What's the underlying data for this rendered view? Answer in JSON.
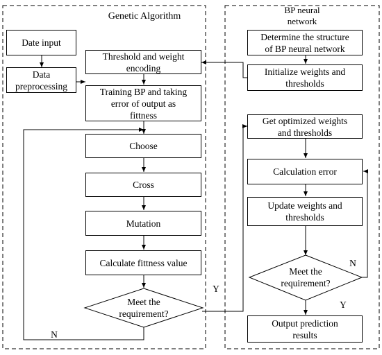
{
  "panels": {
    "genetic_title": "Genetic Algorithm",
    "bp_title_line1": "BP neural",
    "bp_title_line2": "network"
  },
  "left_column": {
    "date_input": "Date input",
    "data_preprocessing_line1": "Data",
    "data_preprocessing_line2": "preprocessing"
  },
  "genetic_steps": {
    "encoding_line1": "Threshold and weight",
    "encoding_line2": "encoding",
    "training_line1": "Training BP and taking",
    "training_line2": "error of output as",
    "training_line3": "fittness",
    "choose": "Choose",
    "cross": "Cross",
    "mutation": "Mutation",
    "fitness": "Calculate fittness value",
    "decision_line1": "Meet the",
    "decision_line2": "requirement?"
  },
  "bp_steps": {
    "structure_line1": "Determine the structure",
    "structure_line2": "of BP neural network",
    "init_line1": "Initialize weights and",
    "init_line2": "thresholds",
    "optimized_line1": "Get optimized weights",
    "optimized_line2": "and thresholds",
    "calc_error": "Calculation error",
    "update_line1": "Update weights and",
    "update_line2": "thresholds",
    "decision_line1": "Meet the",
    "decision_line2": "requirement?",
    "output_line1": "Output prediction",
    "output_line2": "results"
  },
  "edge_labels": {
    "ga_yes": "Y",
    "ga_no": "N",
    "bp_no": "N",
    "bp_yes": "Y"
  }
}
